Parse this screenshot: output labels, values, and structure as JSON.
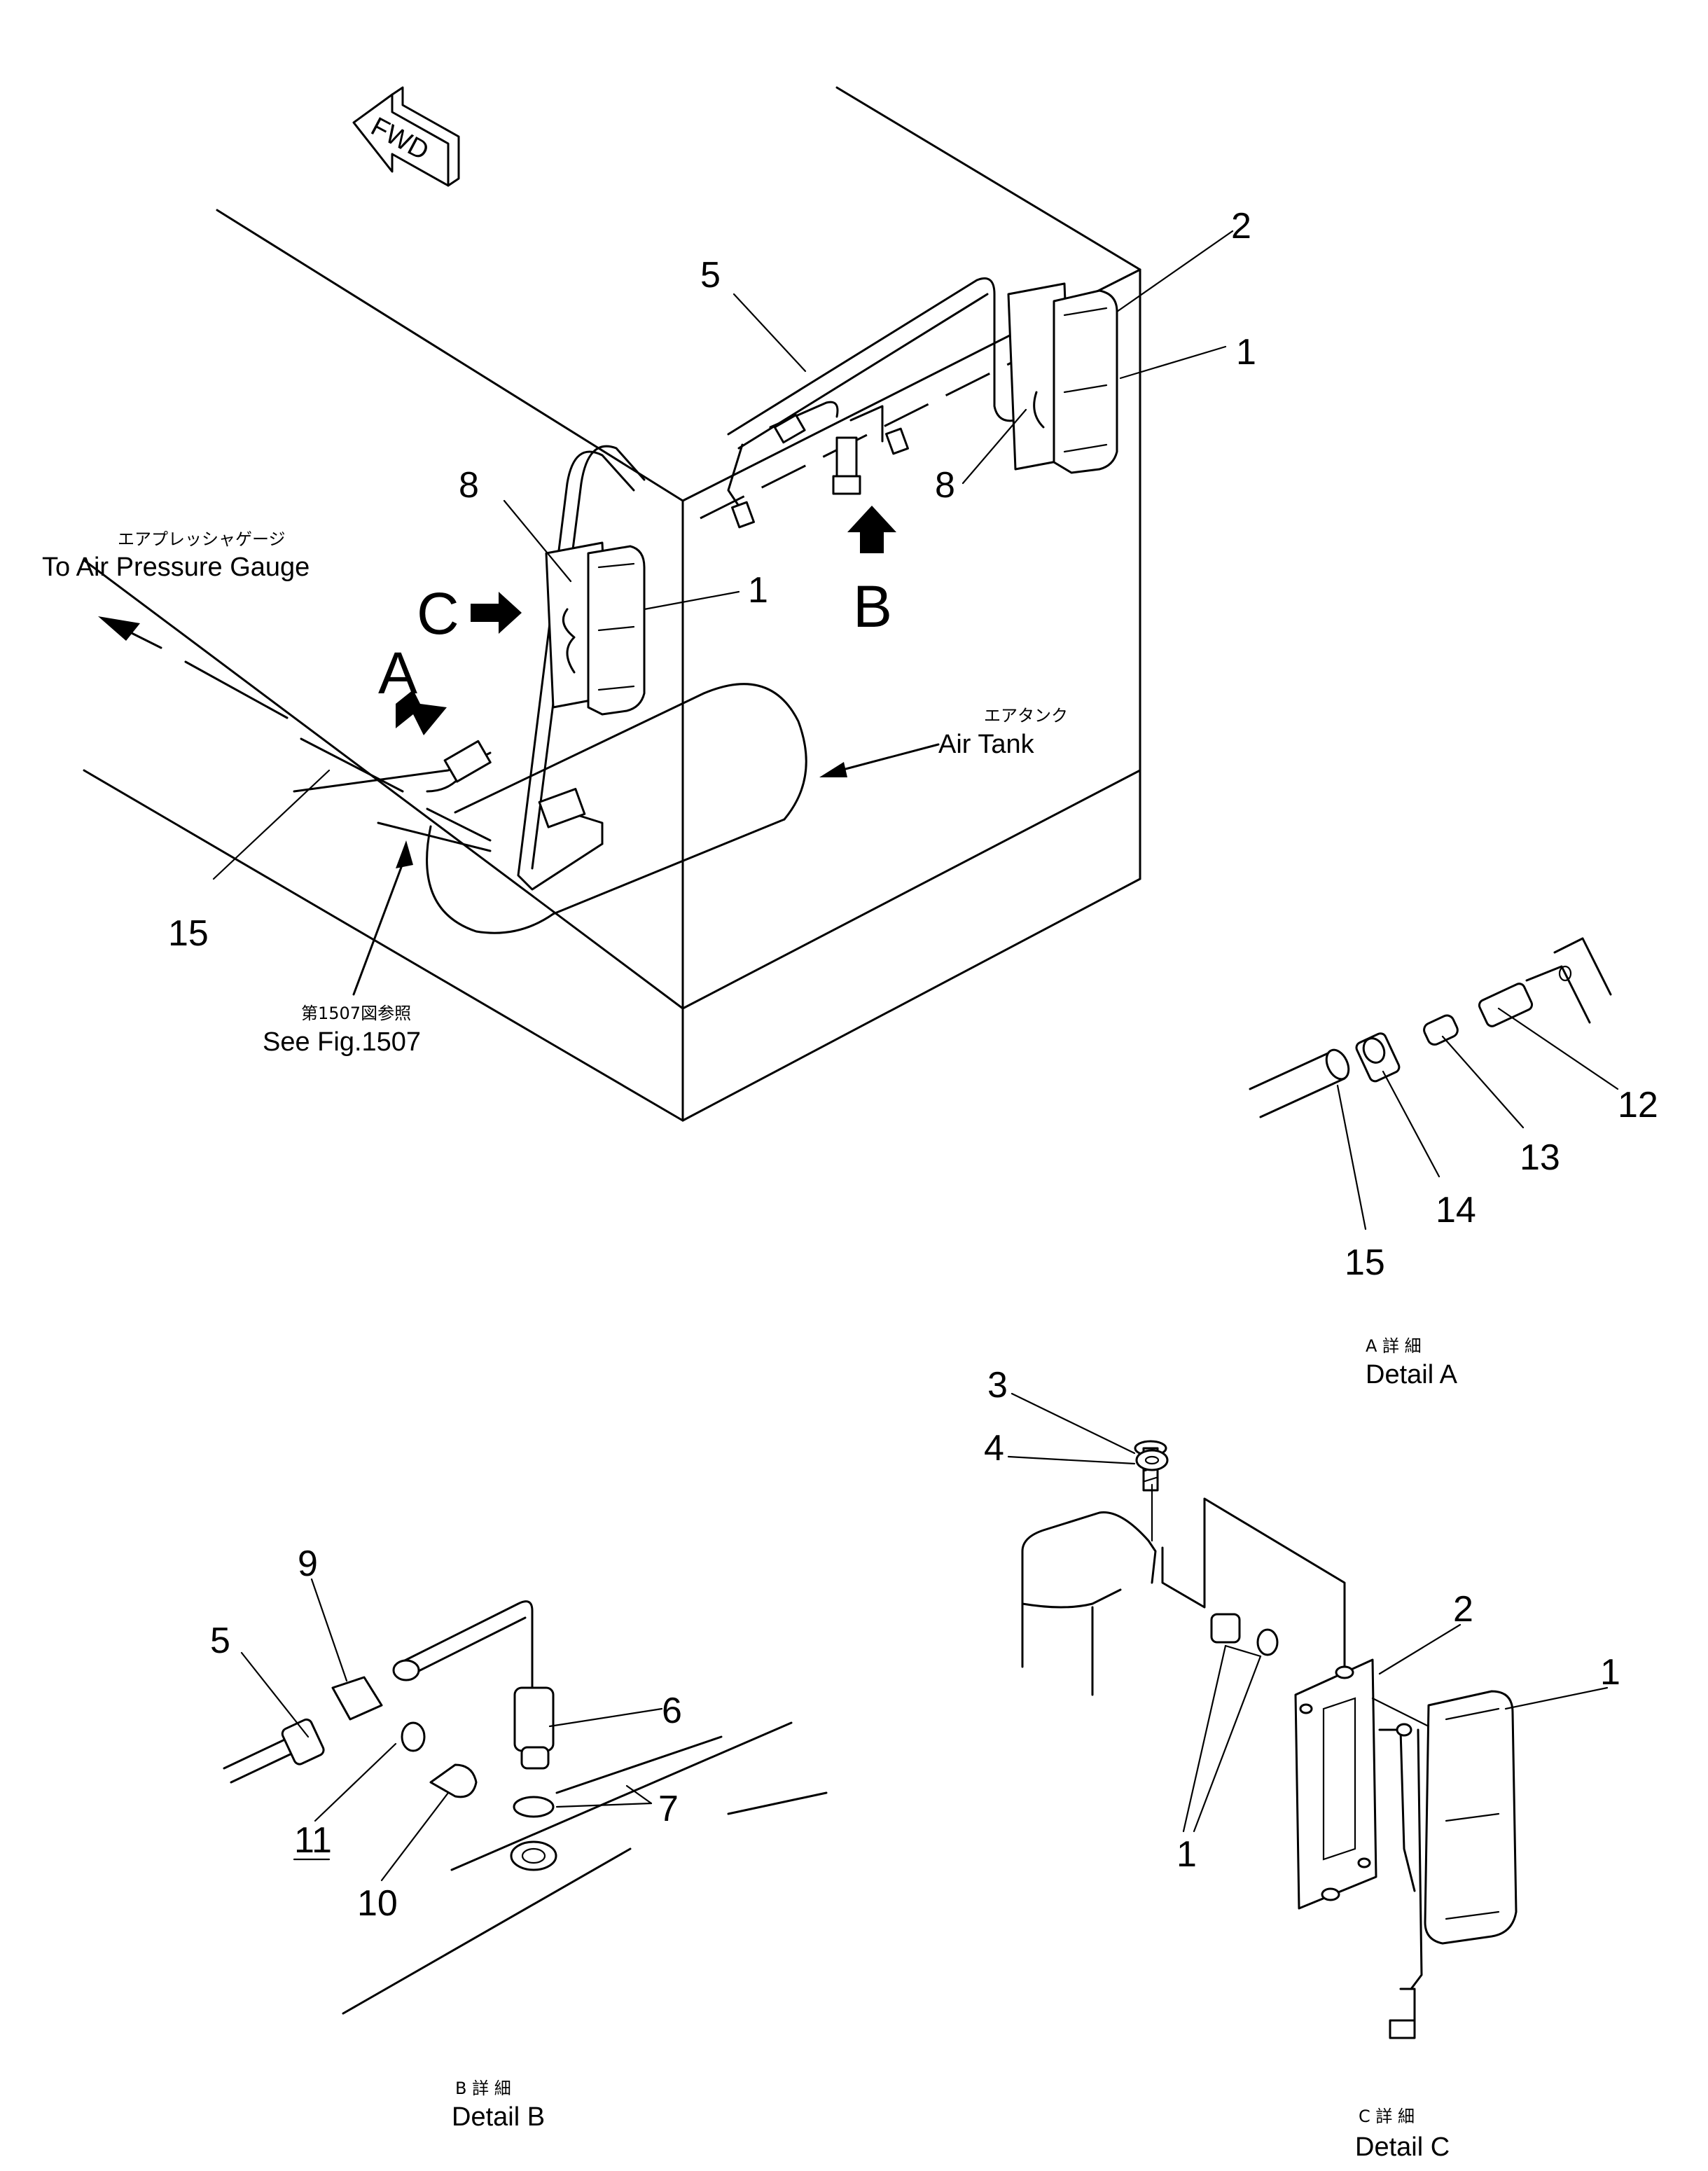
{
  "orientation": {
    "fwd_label": "FWD"
  },
  "main_view": {
    "part_numbers": {
      "n1_right": "1",
      "n2": "2",
      "n5": "5",
      "n8_left": "8",
      "n8_right": "8",
      "n1_left": "1",
      "n15": "15"
    },
    "view_markers": {
      "a": "A",
      "b": "B",
      "c": "C"
    },
    "gauge_note": {
      "jp": "エアプレッシャゲージ",
      "en": "To Air Pressure Gauge"
    },
    "tank_note": {
      "jp": "エアタンク",
      "en": "Air Tank"
    },
    "fig_note": {
      "jp": "第1507図参照",
      "en": "See Fig.1507"
    }
  },
  "detail_a": {
    "part_numbers": {
      "n12": "12",
      "n13": "13",
      "n14": "14",
      "n15": "15"
    },
    "caption_jp": "A 詳 細",
    "caption_en": "Detail A"
  },
  "detail_b": {
    "part_numbers": {
      "n5": "5",
      "n9": "9",
      "n6": "6",
      "n7": "7",
      "n11": "11",
      "n10": "10"
    },
    "caption_jp": "B 詳 細",
    "caption_en": "Detail B"
  },
  "detail_c": {
    "part_numbers": {
      "n3": "3",
      "n4": "4",
      "n2": "2",
      "n1_right": "1",
      "n1_left": "1"
    },
    "caption_jp": "C 詳 細",
    "caption_en": "Detail C"
  }
}
